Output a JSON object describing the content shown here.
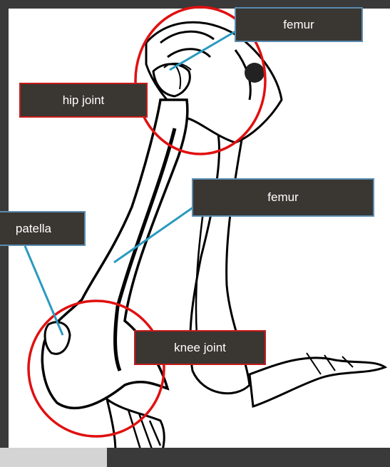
{
  "labels": {
    "femur_top": "femur",
    "hip_joint": "hip joint",
    "femur_mid": "femur",
    "patella": "patella",
    "knee_joint": "knee joint"
  },
  "colors": {
    "background": "#3a3a3a",
    "label_fill": "#3a3632",
    "leader_line": "#2a9ac0",
    "circle": "#e01010",
    "bone_outline": "#000000"
  }
}
